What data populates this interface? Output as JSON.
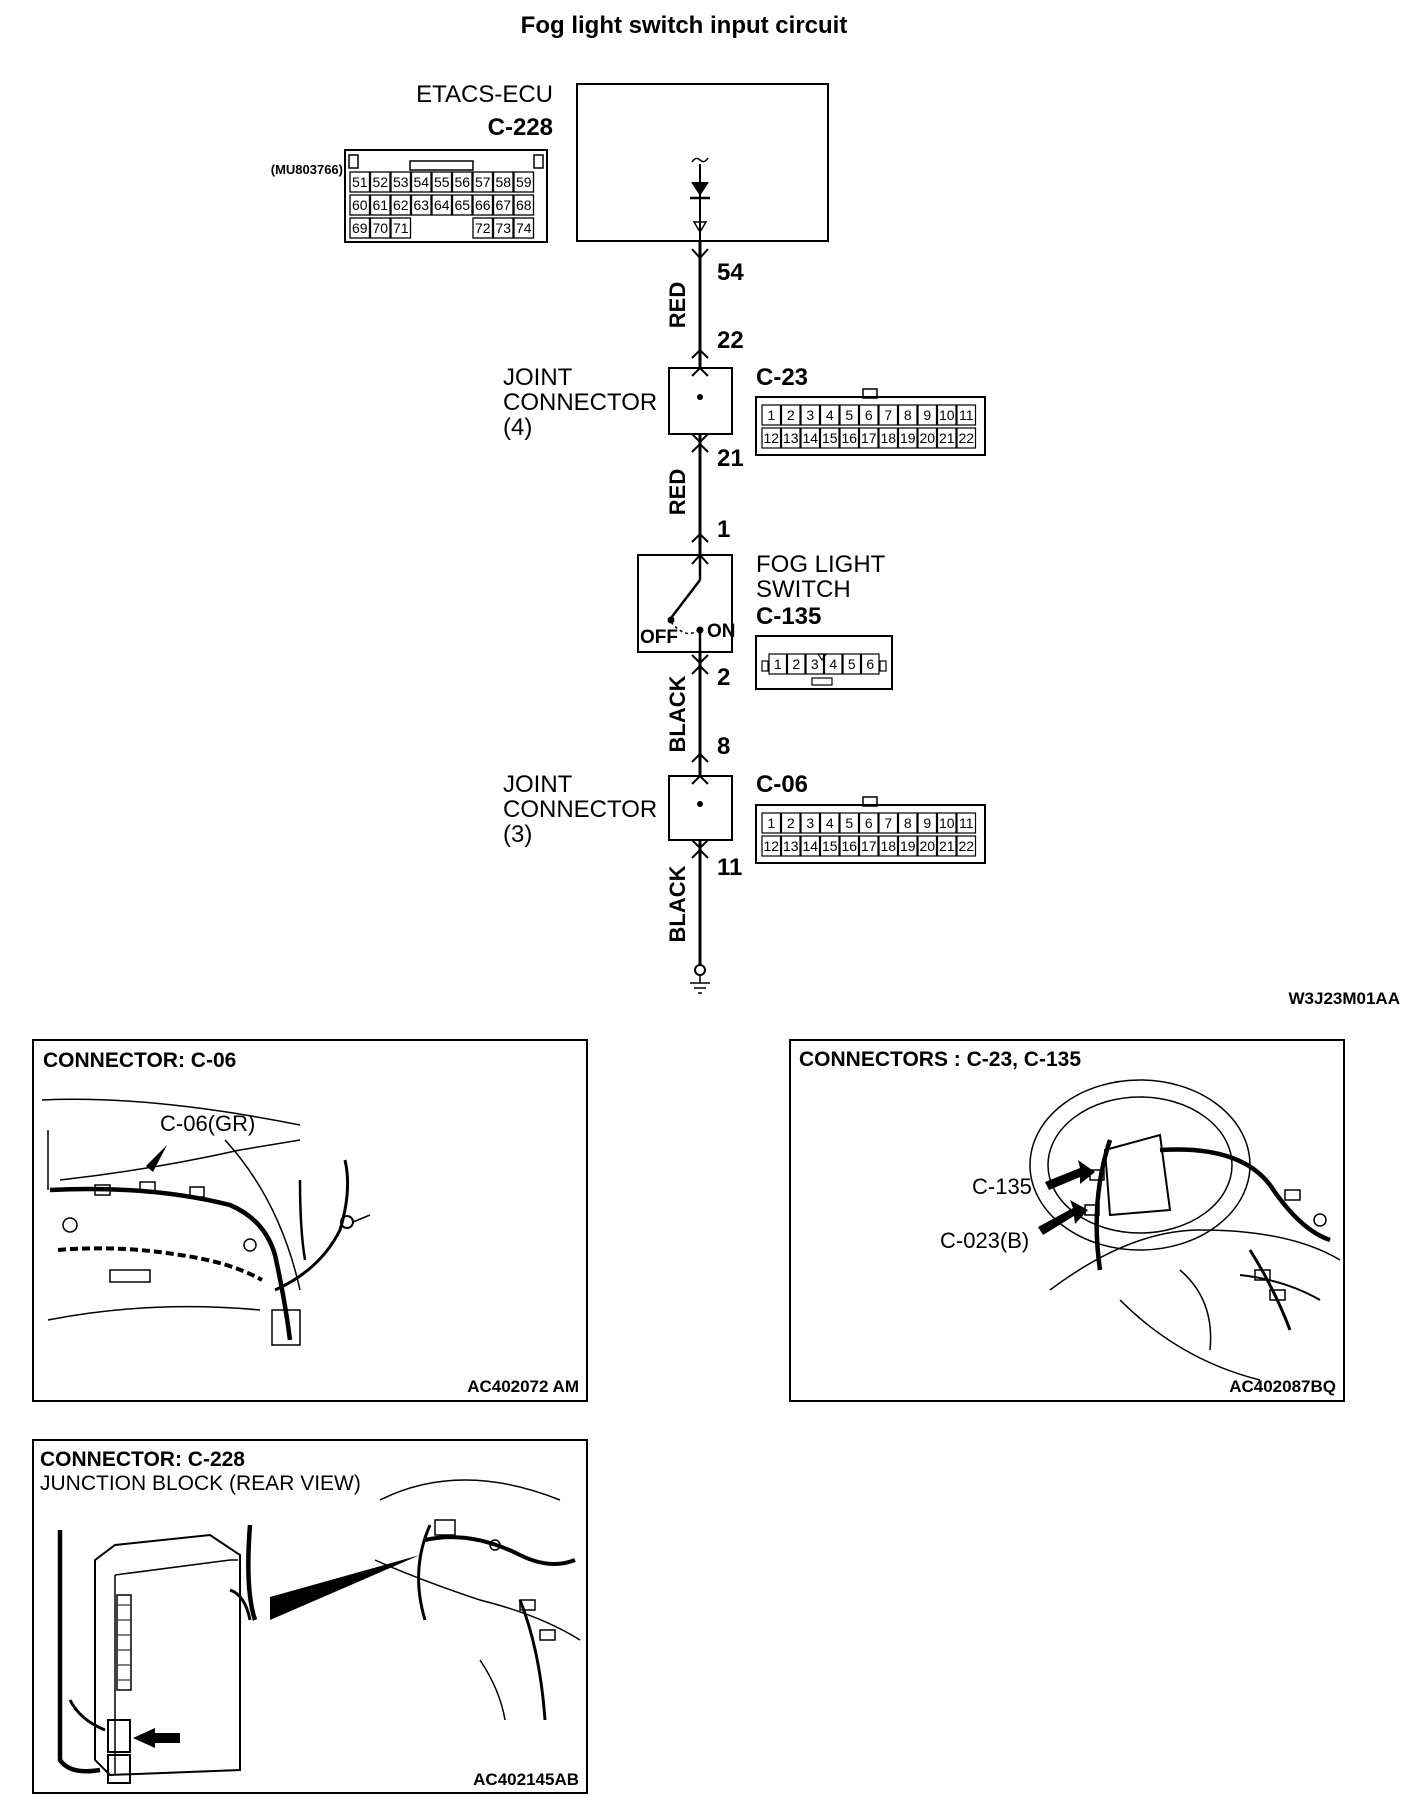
{
  "title": "Fog light switch input circuit",
  "etacs": {
    "name": "ETACS-ECU",
    "id": "C-228",
    "part": "(MU803766)",
    "rows": [
      [
        "51",
        "52",
        "53",
        "54",
        "55",
        "56",
        "57",
        "58",
        "59"
      ],
      [
        "60",
        "61",
        "62",
        "63",
        "64",
        "65",
        "66",
        "67",
        "68"
      ],
      [
        "69",
        "70",
        "71",
        "",
        "",
        "",
        "72",
        "73",
        "74"
      ]
    ]
  },
  "pins": {
    "p54": "54",
    "p22": "22",
    "p21": "21",
    "p1": "1",
    "p2": "2",
    "p8": "8",
    "p11": "11"
  },
  "wires": {
    "w1": "RED",
    "w2": "RED",
    "w3": "BLACK",
    "w4": "BLACK"
  },
  "joint4": {
    "l1": "JOINT",
    "l2": "CONNECTOR",
    "l3": "(4)",
    "id": "C-23"
  },
  "joint3": {
    "l1": "JOINT",
    "l2": "CONNECTOR",
    "l3": "(3)",
    "id": "C-06"
  },
  "fogsw": {
    "l1": "FOG LIGHT",
    "l2": "SWITCH",
    "id": "C-135",
    "off": "OFF",
    "on": "ON",
    "pins": [
      "1",
      "2",
      "3",
      "4",
      "5",
      "6"
    ]
  },
  "conn22": {
    "row1": [
      "1",
      "2",
      "3",
      "4",
      "5",
      "6",
      "7",
      "8",
      "9",
      "10",
      "11"
    ],
    "row2": [
      "12",
      "13",
      "14",
      "15",
      "16",
      "17",
      "18",
      "19",
      "20",
      "21",
      "22"
    ]
  },
  "code_main": "W3J23M01AA",
  "panel1": {
    "title": "CONNECTOR: C-06",
    "callout": "C-06(GR)",
    "code": "AC402072 AM"
  },
  "panel2": {
    "title": "CONNECTORS : C-23, C-135",
    "callout1": "C-135",
    "callout2": "C-023(B)",
    "code": "AC402087BQ"
  },
  "panel3": {
    "title": "CONNECTOR: C-228",
    "subtitle": "JUNCTION BLOCK (REAR VIEW)",
    "code": "AC402145AB"
  }
}
